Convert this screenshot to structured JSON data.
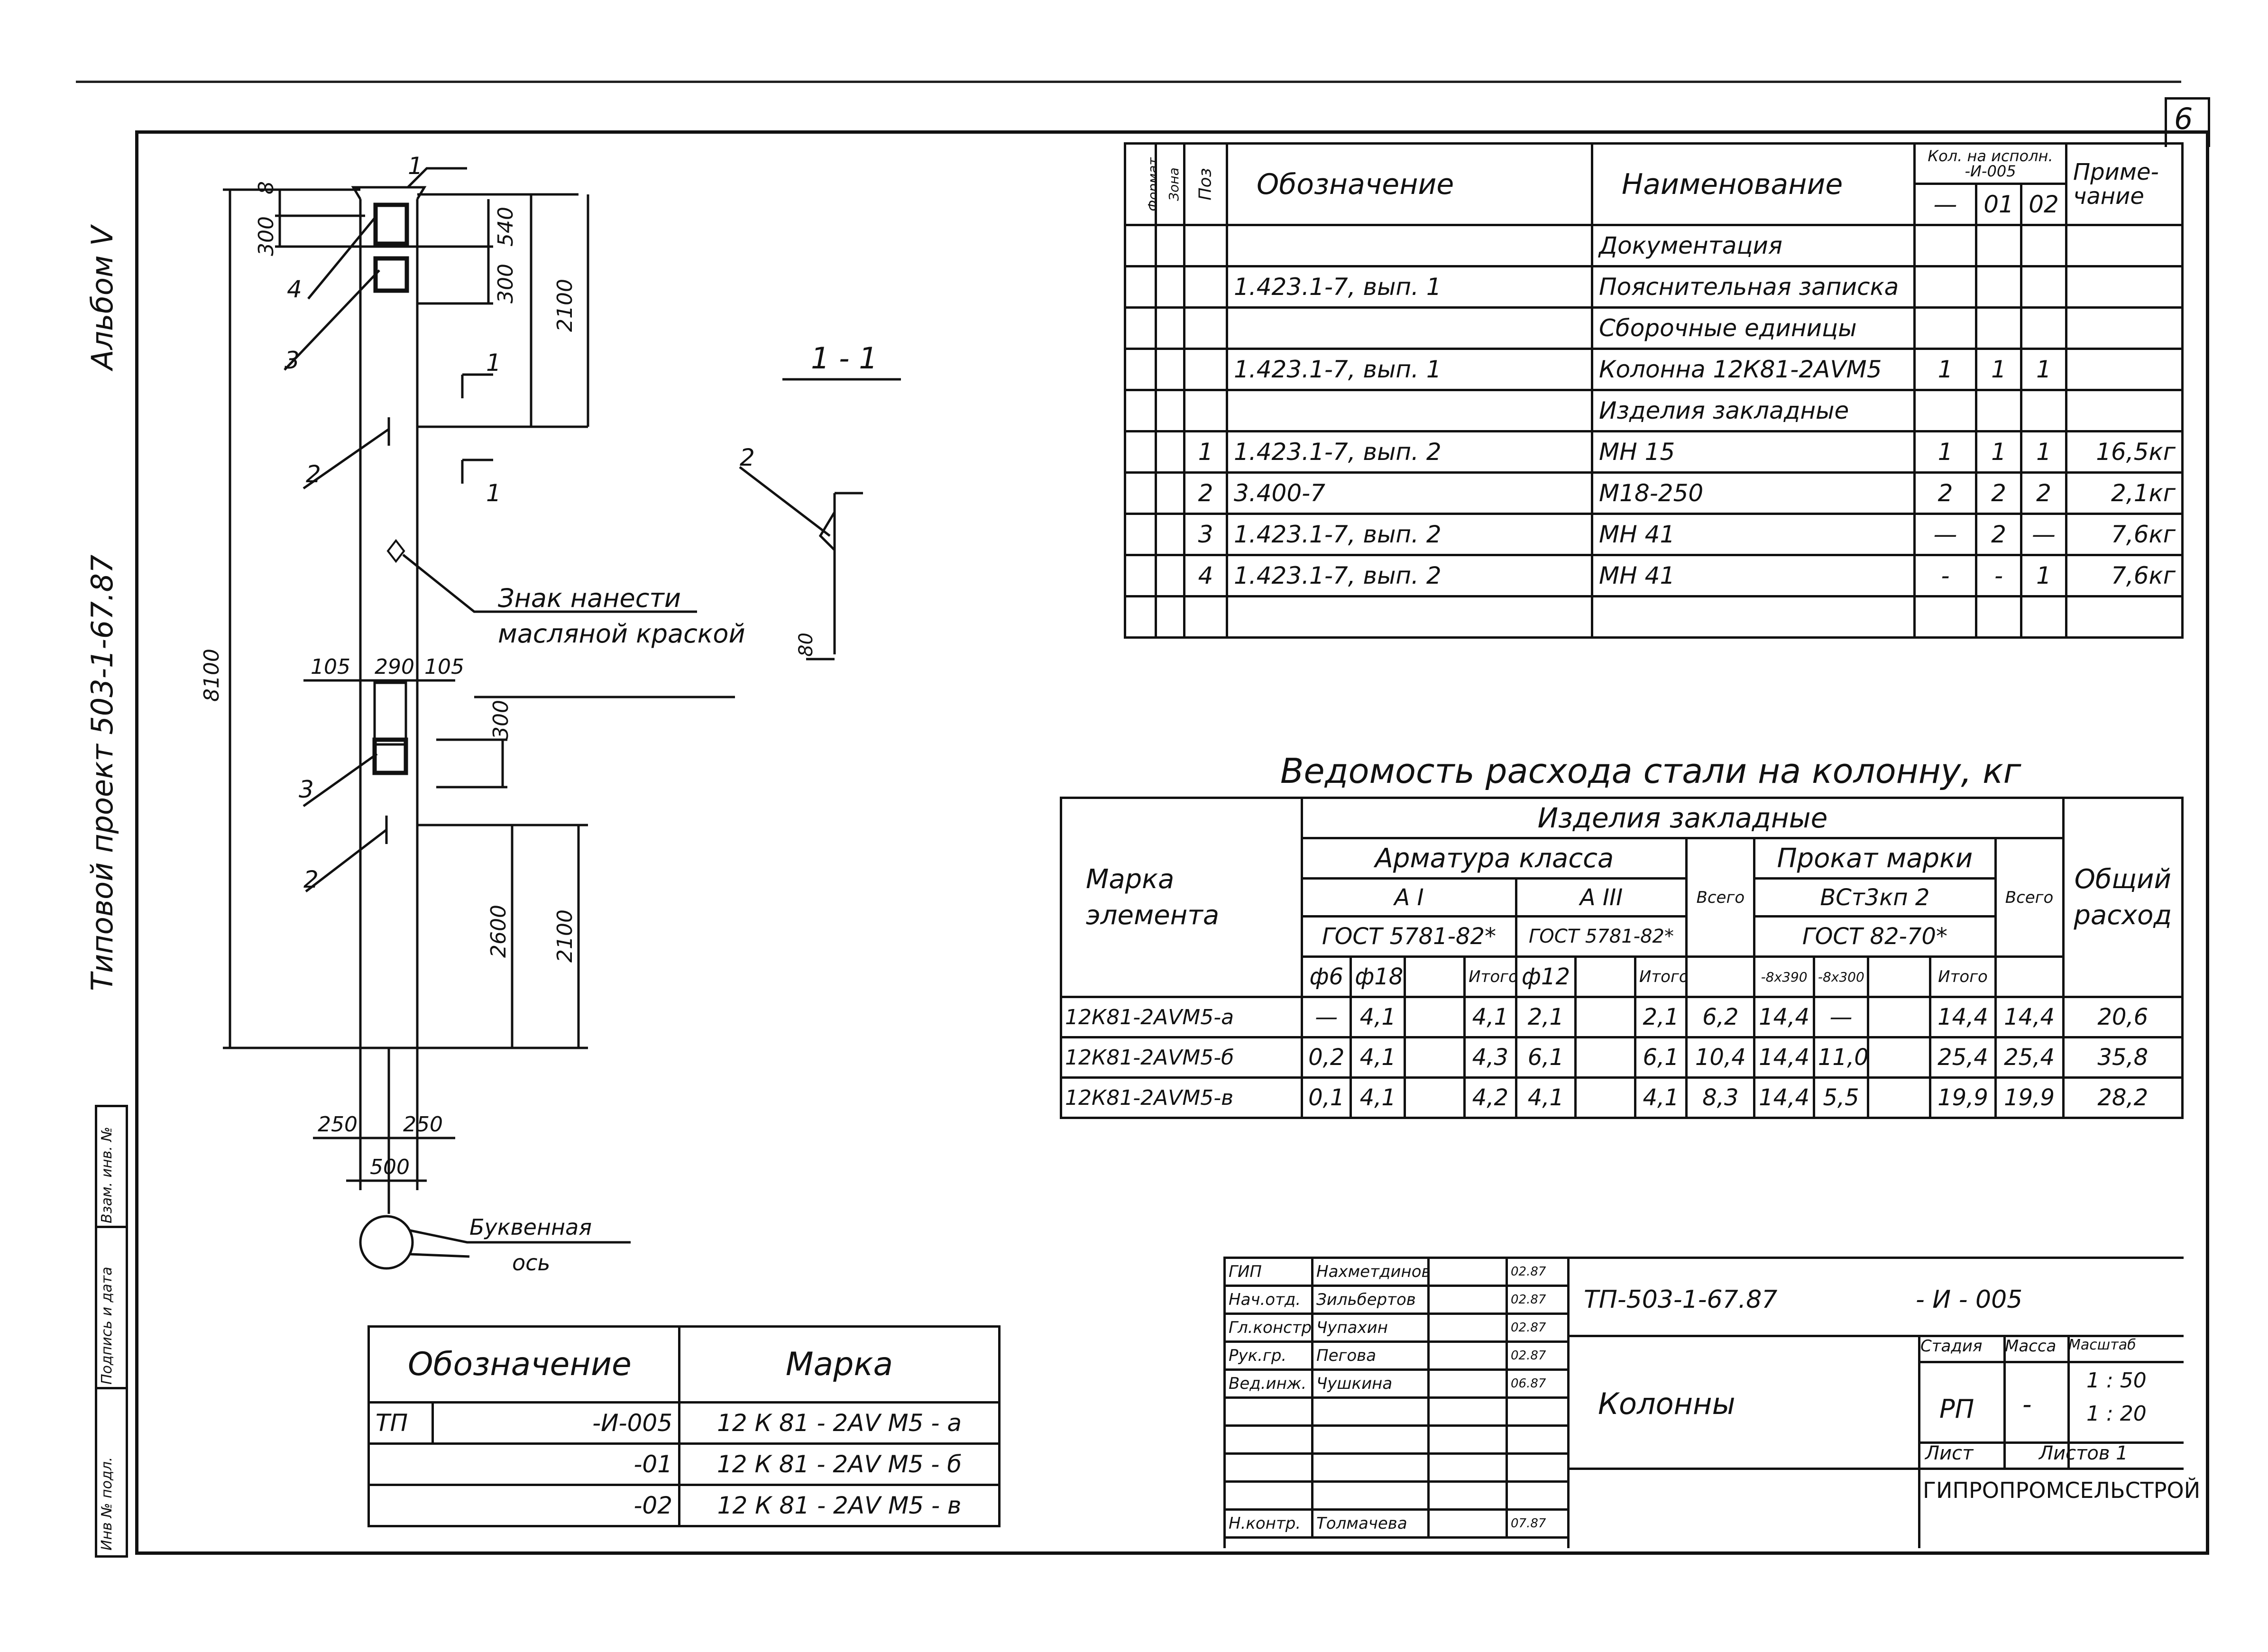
{
  "page_number": "6",
  "album": "Альбом V",
  "project": "Типовой проект 503-1-67.87",
  "side_stamp": [
    "Инв № подл.",
    "Подпись и дата",
    "Взам. инв. №"
  ],
  "drawing": {
    "callouts": [
      "1",
      "2",
      "3",
      "4",
      "3",
      "2",
      "1",
      "1",
      "2"
    ],
    "dims": {
      "d300": "300",
      "d8": "8",
      "d540": "540",
      "d300b": "300",
      "d2100a": "2100",
      "d8100": "8100",
      "d105a": "105",
      "d290": "290",
      "d105b": "105",
      "d300c": "300",
      "d2600": "2600",
      "d2100b": "2100",
      "d250a": "250",
      "d250b": "250",
      "d500": "500",
      "d80": "80"
    },
    "section_label": "1 - 1",
    "note_line1": "Знак нанести",
    "note_line2": "масляной краской",
    "axis_line1": "Буквенная",
    "axis_line2": "ось"
  },
  "spec": {
    "head": {
      "format": "Формат",
      "zone": "Зона",
      "pos": "Поз",
      "designation": "Обозначение",
      "name": "Наименование",
      "qty": "Кол. на исполн. -И-005",
      "q0": "—",
      "q1": "01",
      "q2": "02",
      "note": "Приме- чание"
    },
    "rows": [
      {
        "pos": "",
        "designation": "",
        "name": "Документация",
        "q0": "",
        "q1": "",
        "q2": "",
        "note": ""
      },
      {
        "pos": "",
        "designation": "1.423.1-7, вып. 1",
        "name": "Пояснительная записка",
        "q0": "",
        "q1": "",
        "q2": "",
        "note": ""
      },
      {
        "pos": "",
        "designation": "",
        "name": "Сборочные единицы",
        "q0": "",
        "q1": "",
        "q2": "",
        "note": ""
      },
      {
        "pos": "",
        "designation": "1.423.1-7, вып. 1",
        "name": "Колонна 12К81-2АVМ5",
        "q0": "1",
        "q1": "1",
        "q2": "1",
        "note": ""
      },
      {
        "pos": "",
        "designation": "",
        "name": "Изделия закладные",
        "q0": "",
        "q1": "",
        "q2": "",
        "note": ""
      },
      {
        "pos": "1",
        "designation": "1.423.1-7, вып. 2",
        "name": "МН 15",
        "q0": "1",
        "q1": "1",
        "q2": "1",
        "note": "16,5кг"
      },
      {
        "pos": "2",
        "designation": "3.400-7",
        "name": "М18-250",
        "q0": "2",
        "q1": "2",
        "q2": "2",
        "note": "2,1кг"
      },
      {
        "pos": "3",
        "designation": "1.423.1-7, вып. 2",
        "name": "МН 41",
        "q0": "—",
        "q1": "2",
        "q2": "—",
        "note": "7,6кг"
      },
      {
        "pos": "4",
        "designation": "1.423.1-7, вып. 2",
        "name": "МН 41",
        "q0": "-",
        "q1": "-",
        "q2": "1",
        "note": "7,6кг"
      },
      {
        "pos": "",
        "designation": "",
        "name": "",
        "q0": "",
        "q1": "",
        "q2": "",
        "note": ""
      }
    ]
  },
  "steel": {
    "title": "Ведомость расхода стали на колонну, кг",
    "head": {
      "mark": "Марка элемента",
      "embedded": "Изделия закладные",
      "rebar": "Арматура класса",
      "a1": "А I",
      "a3": "А III",
      "gost1": "ГОСТ 5781-82*",
      "gost2": "ГОСТ 5781-82*",
      "total1": "Всего",
      "rolled": "Прокат марки",
      "vst": "ВСт3кп 2",
      "gost3": "ГОСТ 82-70*",
      "total2": "Всего",
      "overall": "Общий расход",
      "d6": "ф6",
      "d18": "ф18",
      "itogo1": "Итого",
      "d12": "ф12",
      "itogo2": "Итого",
      "p1": "-8х390",
      "p2": "-8х300",
      "itogo3": "Итого"
    },
    "rows": [
      {
        "mark": "12К81-2АVМ5-а",
        "d6": "—",
        "d18": "4,1",
        "e1": "",
        "it1": "4,1",
        "d12": "2,1",
        "e2": "",
        "it2": "2,1",
        "tot1": "6,2",
        "p1": "14,4",
        "p2": "—",
        "e3": "",
        "it3": "14,4",
        "tot2": "14,4",
        "overall": "20,6"
      },
      {
        "mark": "12К81-2АVМ5-б",
        "d6": "0,2",
        "d18": "4,1",
        "e1": "",
        "it1": "4,3",
        "d12": "6,1",
        "e2": "",
        "it2": "6,1",
        "tot1": "10,4",
        "p1": "14,4",
        "p2": "11,0",
        "e3": "",
        "it3": "25,4",
        "tot2": "25,4",
        "overall": "35,8"
      },
      {
        "mark": "12К81-2АVМ5-в",
        "d6": "0,1",
        "d18": "4,1",
        "e1": "",
        "it1": "4,2",
        "d12": "4,1",
        "e2": "",
        "it2": "4,1",
        "tot1": "8,3",
        "p1": "14,4",
        "p2": "5,5",
        "e3": "",
        "it3": "19,9",
        "tot2": "19,9",
        "overall": "28,2"
      }
    ]
  },
  "marks": {
    "head": {
      "designation": "Обозначение",
      "mark": "Марка"
    },
    "rows": [
      {
        "prefix": "ТП",
        "designation": "-И-005",
        "mark": "12 К 81 - 2АV М5 - а"
      },
      {
        "prefix": "",
        "designation": "-01",
        "mark": "12 К 81 - 2АV М5 - б"
      },
      {
        "prefix": "",
        "designation": "-02",
        "mark": "12 К 81 - 2АV М5 - в"
      }
    ]
  },
  "stamp": {
    "staff": [
      {
        "role": "ГИП",
        "name": "Нахметдинов",
        "date": "02.87"
      },
      {
        "role": "Нач.отд.",
        "name": "Зильбертов",
        "date": "02.87"
      },
      {
        "role": "Гл.констр.",
        "name": "Чупахин",
        "date": "02.87"
      },
      {
        "role": "Рук.гр.",
        "name": "Пегова",
        "date": "02.87"
      },
      {
        "role": "Вед.инж.",
        "name": "Чушкина",
        "date": "06.87"
      },
      {
        "role": "Н.контр.",
        "name": "Толмачева",
        "date": "07.87"
      }
    ],
    "code": "ТП-503-1-67.87",
    "code2": "- И - 005",
    "title": "Колонны",
    "stage_label": "Стадия",
    "mass_label": "Масса",
    "scale_label": "Масштаб",
    "stage": "РП",
    "mass": "-",
    "scale1": "1 : 50",
    "scale2": "1 : 20",
    "sheet_label": "Лист",
    "sheets_label": "Листов 1",
    "org": "ГИПРОПРОМСЕЛЬСТРОЙ"
  }
}
